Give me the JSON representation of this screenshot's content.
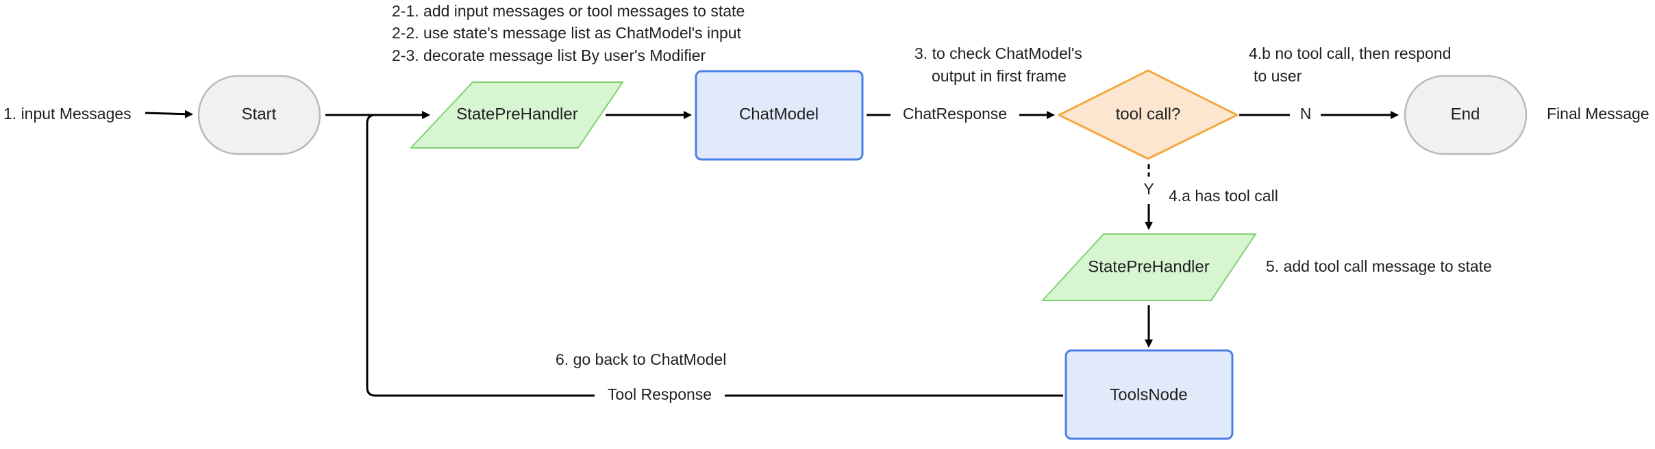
{
  "diagram": {
    "nodes": {
      "start": "Start",
      "state_pre_handler_1": "StatePreHandler",
      "chat_model": "ChatModel",
      "tool_call_decision": "tool call?",
      "end": "End",
      "state_pre_handler_2": "StatePreHandler",
      "tools_node": "ToolsNode"
    },
    "labels": {
      "input_messages": "1. input Messages",
      "step_2_1": "2-1. add input messages or tool messages to state",
      "step_2_2": "2-2. use state's message list as ChatModel's input",
      "step_2_3": "2-3. decorate message list By user's Modifier",
      "step_3_line1": "3. to check ChatModel's",
      "step_3_line2": "output in first frame",
      "chat_response": "ChatResponse",
      "step_4b_line1": "4.b no tool call, then respond",
      "step_4b_line2": "to user",
      "edge_no": "N",
      "final_message": "Final Message",
      "edge_yes": "Y",
      "step_4a": "4.a has tool call",
      "step_5": "5. add tool call message to state",
      "step_6": "6. go back to ChatModel",
      "tool_response": "Tool Response"
    },
    "colors": {
      "terminal_fill": "#f0f1f3",
      "terminal_stroke": "#b9b9b9",
      "handler_fill": "#d8f5d2",
      "handler_stroke": "#7fd36f",
      "process_fill": "#e1eafb",
      "process_stroke": "#4a7ee6",
      "decision_fill": "#fde6d0",
      "decision_stroke": "#f2a940",
      "edge": "#000000",
      "text": "#1f1f1f"
    }
  }
}
